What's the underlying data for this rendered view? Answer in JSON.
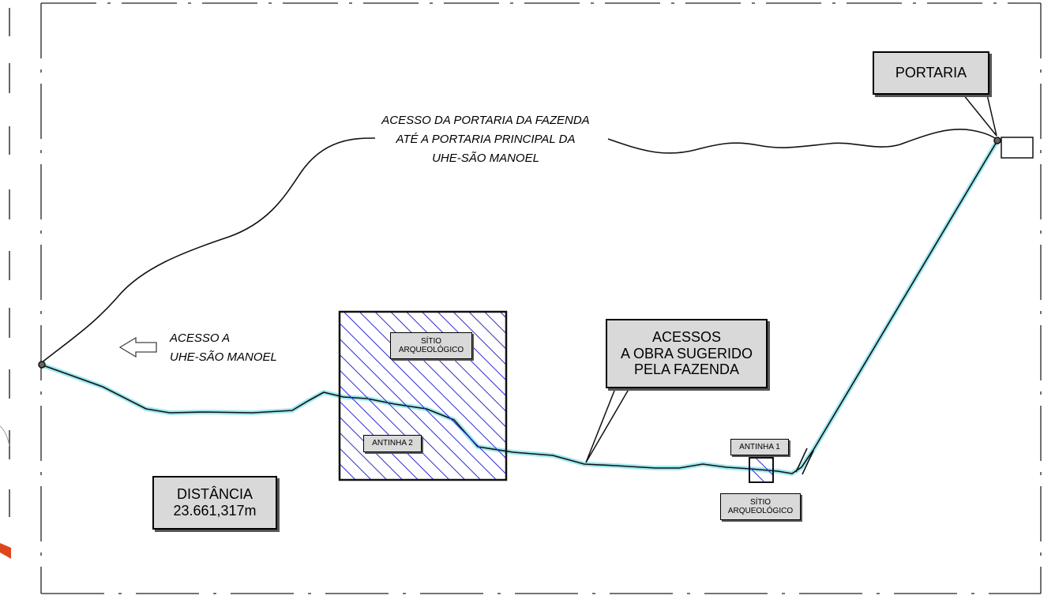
{
  "labels": {
    "portaria": "PORTARIA",
    "acesso_fazenda": [
      "ACESSO DA PORTARIA DA FAZENDA",
      "ATÉ A PORTARIA PRINCIPAL DA",
      "UHE-SÃO MANOEL"
    ],
    "acesso_uhe": [
      "ACESSO A",
      "UHE-SÃO MANOEL"
    ],
    "acessos_obra": [
      "ACESSOS",
      "A OBRA SUGERIDO",
      "PELA FAZENDA"
    ],
    "sitio_1": [
      "SÍTIO",
      "ARQUEOLÓGICO"
    ],
    "sitio_2": [
      "SÍTIO",
      "ARQUEOLÓGICO"
    ],
    "antinha_1": "ANTINHA 1",
    "antinha_2": "ANTINHA 2",
    "distancia": [
      "DISTÂNCIA",
      "23.661,317m"
    ]
  },
  "colors": {
    "hatch": "#2b2bd6",
    "route_glow": "#9fe8f0",
    "line": "#111111",
    "label_fill": "#d9d9d9",
    "accent_orange": "#e0461b"
  }
}
